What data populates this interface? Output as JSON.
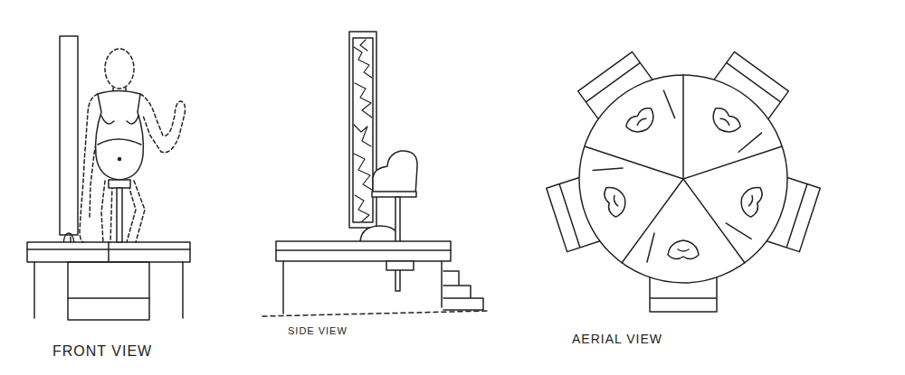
{
  "diagram": {
    "labels": [
      "FRONT VIEW",
      "SIDE VIEW",
      "AERIAL VIEW"
    ]
  }
}
